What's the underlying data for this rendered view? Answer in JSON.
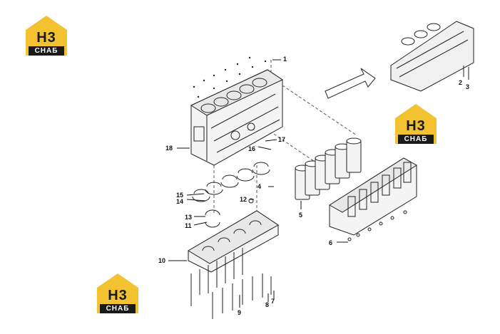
{
  "brand": {
    "mark": "H3",
    "name": "СНАБ",
    "accent": "#f2c230",
    "dark": "#1a1a1a"
  },
  "callouts": [
    "1",
    "2",
    "3",
    "4",
    "5",
    "6",
    "7",
    "8",
    "9",
    "10",
    "11",
    "12",
    "13",
    "14",
    "15",
    "16",
    "17",
    "18"
  ]
}
